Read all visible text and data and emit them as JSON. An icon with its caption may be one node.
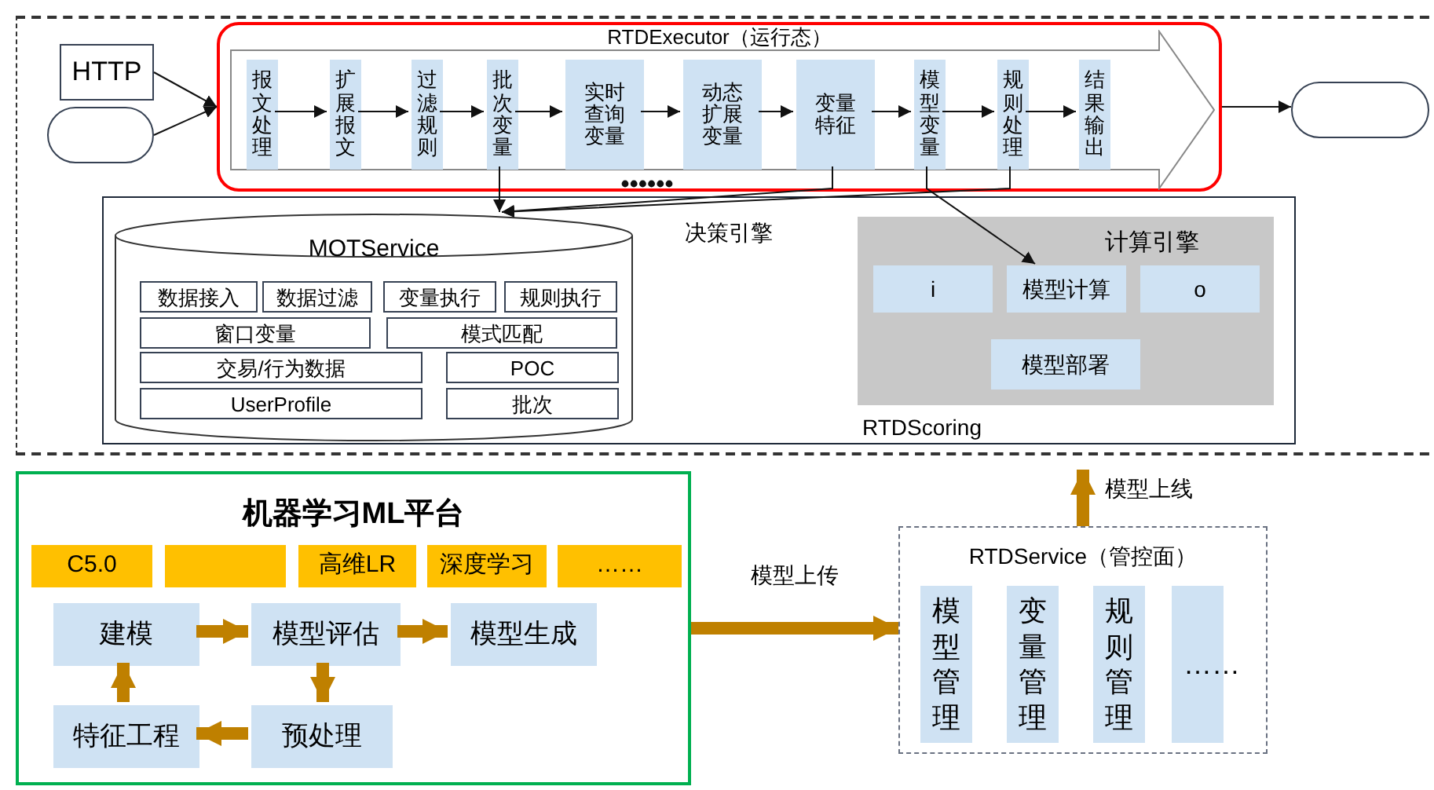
{
  "diagram": {
    "nodes": [
      {
        "text": [
          "HTTP"
        ]
      },
      {
        "text": [],
        "shape": "pill"
      },
      {
        "text": [
          "RTDExecutor（运行态）"
        ]
      },
      {
        "text": [
          "报文处理"
        ],
        "in": 2
      },
      {
        "text": [
          "扩展报文"
        ],
        "in": 2
      },
      {
        "text": [
          "过滤规则"
        ],
        "in": 2
      },
      {
        "text": [
          "批次变量"
        ],
        "in": 2
      },
      {
        "text": [
          "实时查询变量"
        ],
        "in": 2
      },
      {
        "text": [
          "动态扩展变量"
        ],
        "in": 2
      },
      {
        "text": [
          "变量特征"
        ],
        "in": 2
      },
      {
        "text": [
          "模型变量"
        ],
        "in": 2
      },
      {
        "text": [
          "规则处理"
        ],
        "in": 2
      },
      {
        "text": [
          "结果输出"
        ],
        "in": 2
      },
      {
        "text": [],
        "shape": "pill"
      },
      {
        "text": [
          "决策引擎"
        ]
      },
      {
        "text": [
          "MOTService"
        ],
        "in": 14
      },
      {
        "text": [
          "数据接入"
        ],
        "in": 15
      },
      {
        "text": [
          "数据过滤"
        ],
        "in": 15
      },
      {
        "text": [
          "变量执行"
        ],
        "in": 15
      },
      {
        "text": [
          "规则执行"
        ],
        "in": 15
      },
      {
        "text": [
          "窗口变量"
        ],
        "in": 15
      },
      {
        "text": [
          "模式匹配"
        ],
        "in": 15
      },
      {
        "text": [
          "交易/行为数据"
        ],
        "in": 15
      },
      {
        "text": [
          "POC"
        ],
        "in": 15
      },
      {
        "text": [
          "UserProfile"
        ],
        "in": 15
      },
      {
        "text": [
          "批次"
        ],
        "in": 15
      },
      {
        "text": [
          "计算引擎"
        ],
        "in": 14,
        "beside": [
          "RTDScoring"
        ]
      },
      {
        "text": [
          "i"
        ],
        "in": 26
      },
      {
        "text": [
          "模型计算"
        ],
        "in": 26
      },
      {
        "text": [
          "o"
        ],
        "in": 26
      },
      {
        "text": [
          "模型部署"
        ],
        "in": 26
      },
      {
        "text": [
          "机器学习ML平台"
        ]
      },
      {
        "text": [
          "C5.0"
        ],
        "in": 31
      },
      {
        "text": [],
        "shape": "box",
        "in": 31
      },
      {
        "text": [
          "高维LR"
        ],
        "in": 31
      },
      {
        "text": [
          "深度学习"
        ],
        "in": 31
      },
      {
        "text": [
          "……"
        ],
        "in": 31
      },
      {
        "text": [
          "建模"
        ],
        "in": 31
      },
      {
        "text": [
          "模型评估"
        ],
        "in": 31
      },
      {
        "text": [
          "模型生成"
        ],
        "in": 31
      },
      {
        "text": [
          "预处理"
        ],
        "in": 31
      },
      {
        "text": [
          "特征工程"
        ],
        "in": 31
      },
      {
        "text": [
          "RTDService（管控面）"
        ]
      },
      {
        "text": [
          "模型管理"
        ],
        "in": 42
      },
      {
        "text": [
          "变量管理"
        ],
        "in": 42
      },
      {
        "text": [
          "规则管理"
        ],
        "in": 42
      },
      {
        "text": [
          "……"
        ],
        "in": 42
      }
    ],
    "edges": [
      {
        "from": 0,
        "to": 2,
        "arrow": "to"
      },
      {
        "from": 1,
        "to": 2,
        "arrow": "to"
      },
      {
        "from": 3,
        "to": 4,
        "arrow": "to"
      },
      {
        "from": 4,
        "to": 5,
        "arrow": "to"
      },
      {
        "from": 5,
        "to": 6,
        "arrow": "to"
      },
      {
        "from": 6,
        "to": 7,
        "arrow": "to"
      },
      {
        "from": 7,
        "to": 8,
        "arrow": "to"
      },
      {
        "from": 8,
        "to": 9,
        "arrow": "to"
      },
      {
        "from": 9,
        "to": 10,
        "arrow": "to"
      },
      {
        "from": 10,
        "to": 11,
        "arrow": "to"
      },
      {
        "from": 11,
        "to": 12,
        "arrow": "to"
      },
      {
        "from": 2,
        "to": 13,
        "arrow": "to"
      },
      {
        "from": 6,
        "to": 15,
        "arrow": "to"
      },
      {
        "from": 9,
        "to": 15,
        "arrow": "to"
      },
      {
        "from": 11,
        "to": 15,
        "arrow": "to"
      },
      {
        "from": 10,
        "to": 28,
        "arrow": "to"
      },
      {
        "from": 37,
        "to": 38,
        "arrow": "to",
        "style": "thick",
        "color": "#bf8000"
      },
      {
        "from": 38,
        "to": 39,
        "arrow": "to",
        "style": "thick",
        "color": "#bf8000"
      },
      {
        "from": 38,
        "to": 40,
        "arrow": "to",
        "style": "thick",
        "color": "#bf8000"
      },
      {
        "from": 40,
        "to": 41,
        "arrow": "to",
        "style": "thick",
        "color": "#bf8000"
      },
      {
        "from": 41,
        "to": 37,
        "arrow": "to",
        "style": "thick",
        "color": "#bf8000"
      },
      {
        "from": 31,
        "to": 42,
        "arrow": "to",
        "label": "模型上传",
        "style": "thick",
        "color": "#bf8000"
      },
      {
        "from": 42,
        "to": null,
        "arrow": "to",
        "label": "模型上线",
        "style": "thick",
        "color": "#bf8000"
      }
    ]
  }
}
